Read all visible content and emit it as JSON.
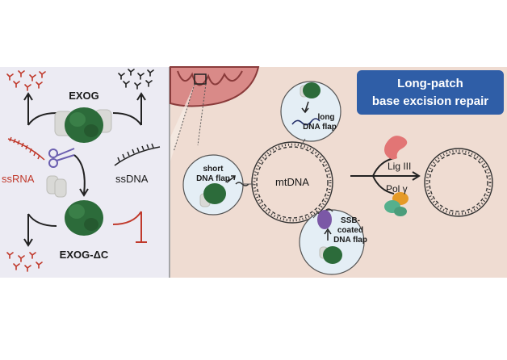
{
  "left_panel": {
    "title_top": "EXOG",
    "title_bottom": "EXOG-ΔC",
    "label_ssrna": "ssRNA",
    "label_ssdna": "ssDNA"
  },
  "right_panel": {
    "banner_line1": "Long-patch",
    "banner_line2": "base excision repair",
    "mtdna_label": "mtDNA",
    "short_flap_line1": "short",
    "short_flap_line2": "DNA flap",
    "long_flap_line1": "long",
    "long_flap_line2": "DNA flap",
    "ssb_line1": "SSB-",
    "ssb_line2": "coated",
    "ssb_line3": "DNA flap",
    "lig_label": "Lig III",
    "pol_label": "Pol γ"
  },
  "colors": {
    "left_bg": "#ecebf3",
    "right_bg": "#efdcd2",
    "banner": "#2f5ea7",
    "enzyme_green": "#2c6b3a",
    "rna_red": "#c0392b",
    "lig_pink": "#e27575",
    "pol_orange": "#e59a27",
    "pol_teal": "#55b08d",
    "ssb_purple": "#7b58a6"
  }
}
